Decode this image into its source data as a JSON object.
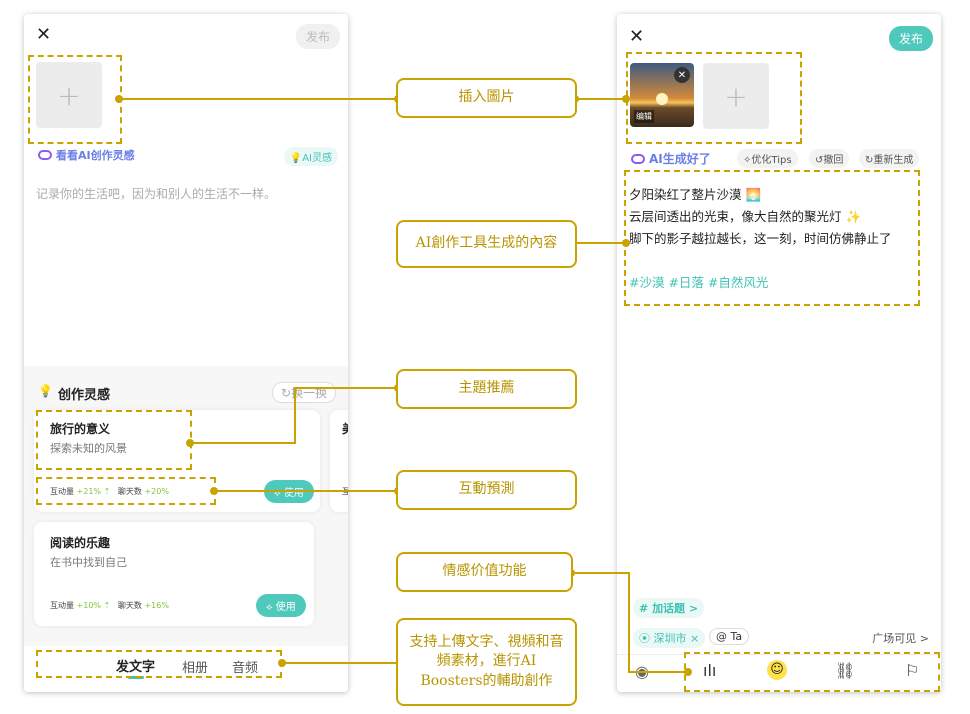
{
  "left": {
    "close": "✕",
    "publish": "发布",
    "plus": "+",
    "ai_inspire_link": "看看AI创作灵感",
    "ai_badge": "AI灵感",
    "placeholder": "记录你的生活吧，因为和别人的生活不一样。",
    "inspire_title": "创作灵感",
    "refresh": "换一换",
    "cards": [
      {
        "title": "旅行的意义",
        "sub": "探索未知的风景",
        "stat1_label": "互动量",
        "stat1_val": "+21%",
        "stat2_label": "聊天数",
        "stat2_val": "+20%",
        "use": "使用"
      },
      {
        "title": "阅读的乐趣",
        "sub": "在书中找到自己",
        "stat1_label": "互动量",
        "stat1_val": "+10%",
        "stat2_label": "聊天数",
        "stat2_val": "+16%",
        "use": "使用"
      }
    ],
    "peek_card_title": "美",
    "peek_card_stat": "互",
    "tabs": [
      "发文字",
      "相册",
      "音频"
    ]
  },
  "right": {
    "close": "✕",
    "publish": "发布",
    "plus": "+",
    "edit": "编辑",
    "ai_done": "AI生成好了",
    "opt_tips": "优化Tips",
    "undo": "撤回",
    "regen": "重新生成",
    "lines": [
      "夕阳染红了整片沙漠 🌅",
      "云层间透出的光束，像大自然的聚光灯 ✨",
      "脚下的影子越拉越长，这一刻，时间仿佛静止了"
    ],
    "hashtags": "#沙漠 #日落 #自然风光",
    "add_topic": "加话题 >",
    "location": "深圳市 ×",
    "mention": "@ Ta",
    "visibility": "广场可见 >"
  },
  "callouts": {
    "insert_image": "插入圖片",
    "ai_content": "AI創作工具生成的內容",
    "topic_recommend": "主題推薦",
    "interaction_predict": "互動預測",
    "emotion_value": "情感价值功能",
    "support_upload": "支持上傳文字、視頻和音頻素材，進行AI Boosters的輔助創作"
  },
  "colors": {
    "accent": "#3ec2b5",
    "annotation": "#c9a400"
  }
}
